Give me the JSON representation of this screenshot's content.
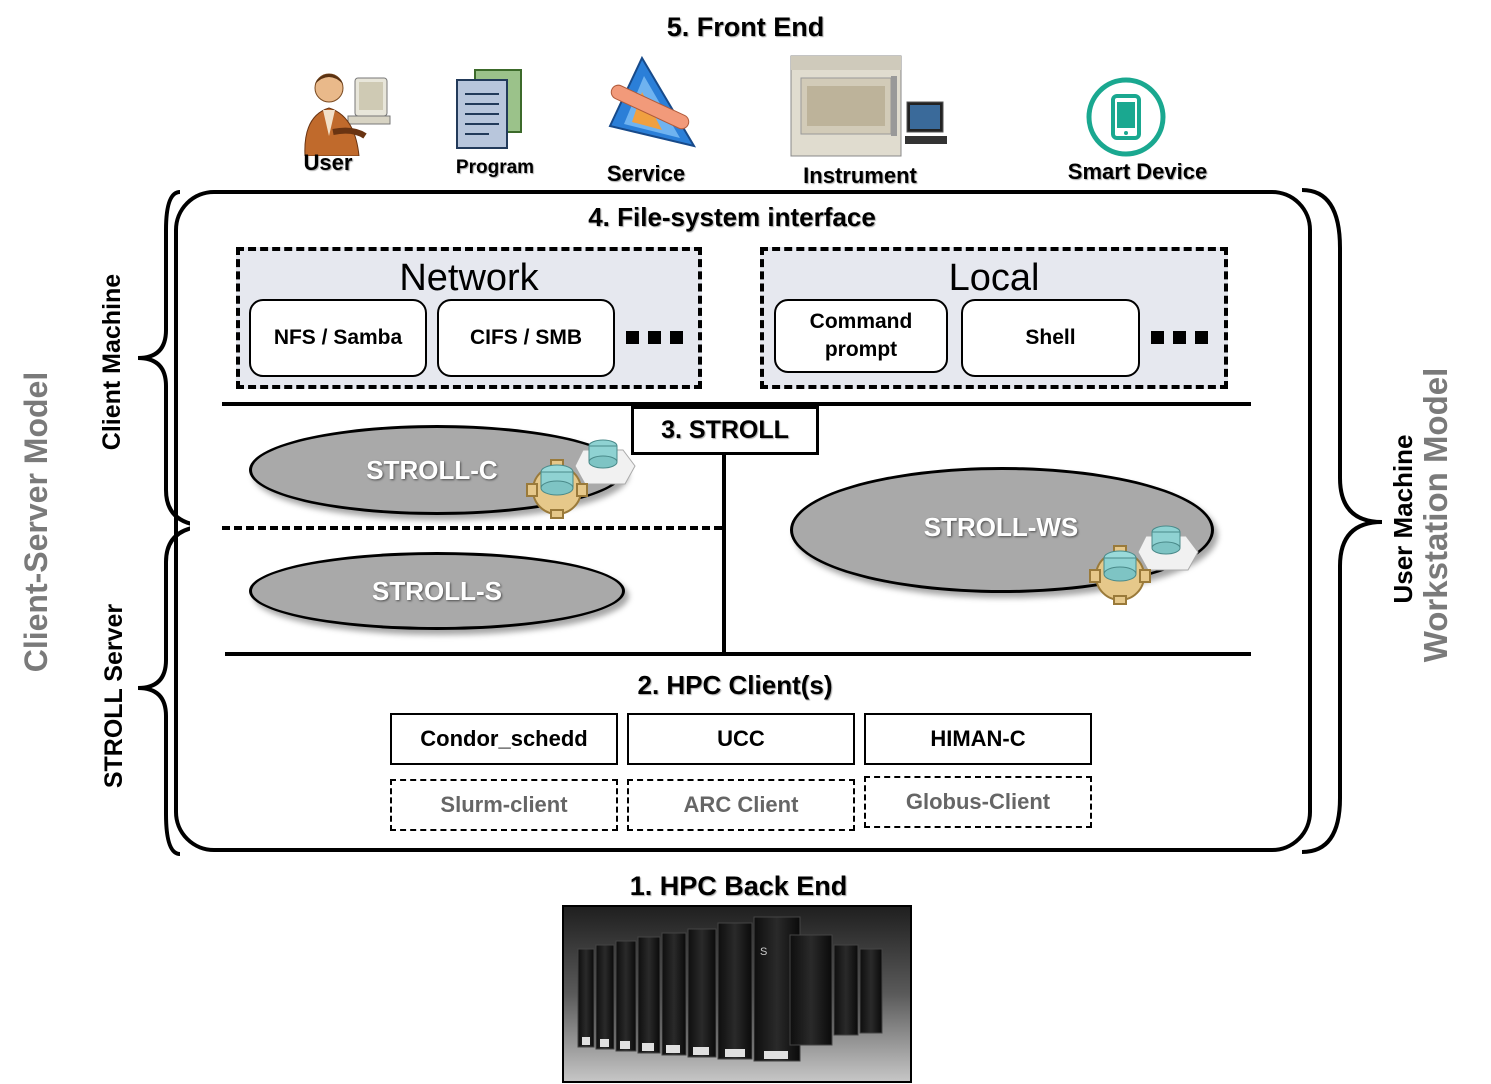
{
  "front_end": {
    "title": "5. Front End",
    "icons": [
      {
        "label": "User",
        "icon": "user-icon"
      },
      {
        "label": "Program",
        "icon": "program-icon"
      },
      {
        "label": "Service",
        "icon": "service-icon"
      },
      {
        "label": "Instrument",
        "icon": "instrument-icon"
      },
      {
        "label": "Smart Device",
        "icon": "smart-device-icon"
      }
    ]
  },
  "filesystem": {
    "title": "4. File-system interface",
    "network": {
      "title": "Network",
      "items": [
        "NFS / Samba",
        "CIFS / SMB"
      ]
    },
    "local": {
      "title": "Local",
      "items": [
        "Command prompt",
        "Shell"
      ]
    }
  },
  "stroll": {
    "title": "3. STROLL",
    "client": "STROLL-C",
    "server": "STROLL-S",
    "workstation": "STROLL-WS"
  },
  "hpc_clients": {
    "title": "2. HPC Client(s)",
    "solid": [
      "Condor_schedd",
      "UCC",
      "HIMAN-C"
    ],
    "dashed": [
      "Slurm-client",
      "ARC Client",
      "Globus-Client"
    ]
  },
  "back_end": {
    "title": "1. HPC Back End"
  },
  "side_labels": {
    "client_machine": "Client Machine",
    "stroll_server": "STROLL Server",
    "client_server_model": "Client-Server Model",
    "user_machine": "User Machine",
    "workstation_model": "Workstation Model"
  },
  "colors": {
    "panel_fill": "#e6e8ef",
    "ellipse_fill": "#a9a9a9",
    "model_label": "#7a7a7a",
    "smart_device_teal": "#1aa890"
  }
}
